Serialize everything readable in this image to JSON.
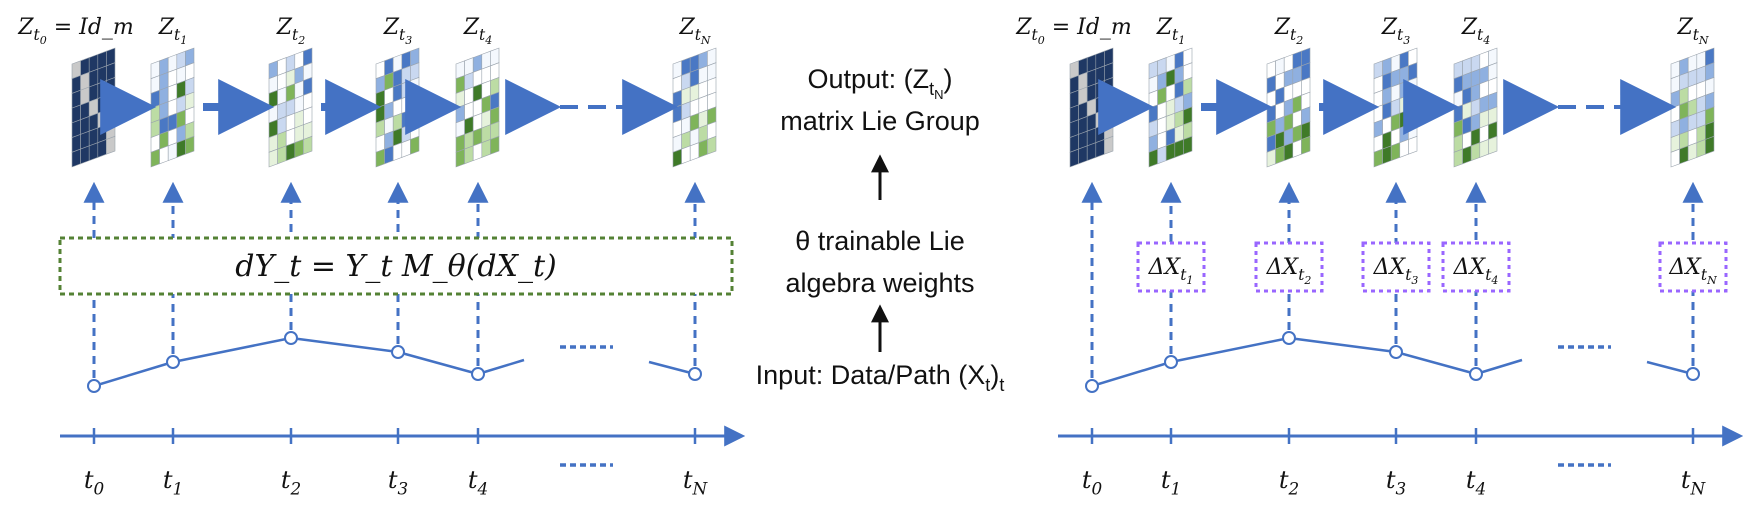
{
  "left_panel": {
    "matrix_labels": [
      "Z_{t_0} = Id_m",
      "Z_{t_1}",
      "Z_{t_2}",
      "Z_{t_3}",
      "Z_{t_4}",
      "Z_{t_N}"
    ],
    "equation": "dY_t = Y_t M_θ(dX_t)",
    "time_labels": [
      "t_0",
      "t_1",
      "t_2",
      "t_3",
      "t_4",
      "t_N"
    ]
  },
  "right_panel": {
    "matrix_labels": [
      "Z_{t_0} = Id_m",
      "Z_{t_1}",
      "Z_{t_2}",
      "Z_{t_3}",
      "Z_{t_4}",
      "Z_{t_N}"
    ],
    "increment_labels": [
      "ΔX_{t_1}",
      "ΔX_{t_2}",
      "ΔX_{t_3}",
      "ΔX_{t_4}",
      "ΔX_{t_N}"
    ],
    "time_labels": [
      "t_0",
      "t_1",
      "t_2",
      "t_3",
      "t_4",
      "t_N"
    ]
  },
  "center": {
    "output_line1": "Output: (Z_{t_N})",
    "output_line2": "matrix Lie Group",
    "weights_line1": "θ trainable Lie",
    "weights_line2": "algebra  weights",
    "input_line": "Input: Data/Path (X_t)_t"
  },
  "colors": {
    "arrow_blue": "#4472c4",
    "identity_navy": "#1f3864",
    "identity_gray": "#c9c9c9",
    "equation_box_green": "#548235",
    "increment_box_purple": "#9966ff"
  }
}
